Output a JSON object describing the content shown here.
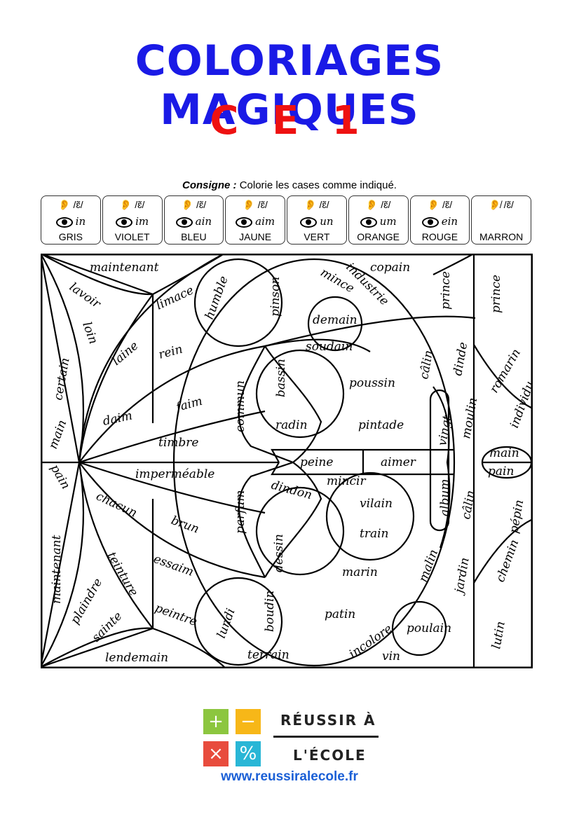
{
  "header": {
    "title": "COLORIAGES MAGIQUES",
    "subtitle": "C E 1"
  },
  "instruction": {
    "label": "Consigne :",
    "text": "Colorie les cases comme indiqué."
  },
  "legend": [
    {
      "sound": "/ɛ̃/",
      "spelling": "in",
      "color": "GRIS",
      "hex": "#9a9a9a"
    },
    {
      "sound": "/ɛ̃/",
      "spelling": "im",
      "color": "VIOLET",
      "hex": "#8a2be2"
    },
    {
      "sound": "/ɛ̃/",
      "spelling": "ain",
      "color": "BLEU",
      "hex": "#1e5bd8"
    },
    {
      "sound": "/ɛ̃/",
      "spelling": "aim",
      "color": "JAUNE",
      "hex": "#f5d20a"
    },
    {
      "sound": "/ɛ̃/",
      "spelling": "un",
      "color": "VERT",
      "hex": "#2aa02a"
    },
    {
      "sound": "/ɛ̃/",
      "spelling": "um",
      "color": "ORANGE",
      "hex": "#f28c1a"
    },
    {
      "sound": "/ɛ̃/",
      "spelling": "ein",
      "color": "ROUGE",
      "hex": "#e01818"
    },
    {
      "sound": "/ɛ̃/",
      "spelling": "",
      "color": "MARRON",
      "hex": "#8b4a1c"
    }
  ],
  "words": {
    "w1": "maintenant",
    "w2": "lavoir",
    "w3": "loin",
    "w4": "limace",
    "w5": "humble",
    "w6": "pinson",
    "w7": "mince",
    "w8": "copain",
    "w9": "industrie",
    "w10": "prince",
    "w11": "prince",
    "w12": "demain",
    "w13": "soudain",
    "w14": "certain",
    "w15": "laine",
    "w16": "rein",
    "w17": "câlin",
    "w18": "dinde",
    "w19": "romarin",
    "w20": "individu",
    "w21": "faim",
    "w22": "commun",
    "w23": "bassin",
    "w24": "poussin",
    "w25": "daim",
    "w26": "radin",
    "w27": "pintade",
    "w28": "vingt",
    "w29": "moulin",
    "w30": "main",
    "w31": "timbre",
    "w32": "main",
    "w33": "pain",
    "w34": "peine",
    "w35": "aimer",
    "w36": "pain",
    "w37": "imperméable",
    "w38": "mincir",
    "w39": "dindon",
    "w40": "album",
    "w41": "chacun",
    "w42": "vilain",
    "w43": "câlin",
    "w44": "pépin",
    "w45": "parfum",
    "w46": "brun",
    "w47": "train",
    "w48": "maintenant",
    "w49": "essaim",
    "w50": "teinture",
    "w51": "dessin",
    "w52": "malin",
    "w53": "marin",
    "w54": "chemin",
    "w55": "plaindre",
    "w56": "jardin",
    "w57": "lundi",
    "w58": "boudin",
    "w59": "patin",
    "w60": "sainte",
    "w61": "peintre",
    "w62": "poulain",
    "w63": "lutin",
    "w64": "incolore",
    "w65": "lendemain",
    "w66": "terrain",
    "w67": "vin"
  },
  "brand": {
    "line1": "RÉUSSIR À",
    "line2": "L'ÉCOLE",
    "url": "www.reussiralecole.fr",
    "icons": [
      "plus-icon",
      "minus-icon",
      "times-icon",
      "divide-icon"
    ],
    "icon_colors": [
      "#8cc63f",
      "#f7b718",
      "#e84c3d",
      "#29b6d6"
    ]
  }
}
